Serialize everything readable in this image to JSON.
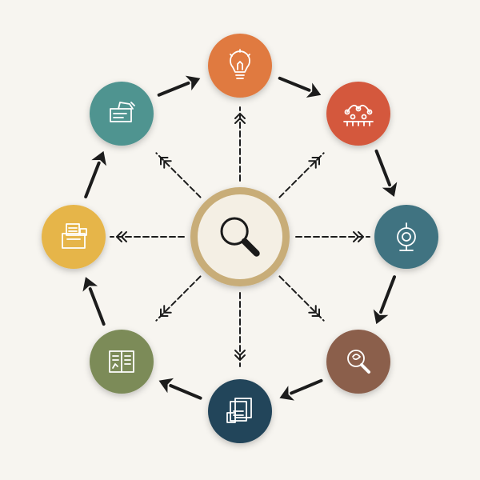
{
  "diagram": {
    "type": "radial-cycle",
    "background": "#f7f5f0",
    "arrow_color": "#1c1c1c",
    "hub": {
      "icon": "magnifying-glass-icon",
      "ring_color": "#c8ad78",
      "fill_color": "#f4efe4"
    },
    "nodes": [
      {
        "id": "idea",
        "icon": "lightbulb-icon",
        "color": "#e07a3f"
      },
      {
        "id": "network",
        "icon": "network-chart-icon",
        "color": "#d4583d"
      },
      {
        "id": "target",
        "icon": "target-gauge-icon",
        "color": "#3f7381"
      },
      {
        "id": "analysis",
        "icon": "magnify-gear-icon",
        "color": "#8b5e4c"
      },
      {
        "id": "documents",
        "icon": "document-stack-icon",
        "color": "#22445a"
      },
      {
        "id": "report",
        "icon": "report-book-icon",
        "color": "#7c8b58"
      },
      {
        "id": "archive",
        "icon": "archive-files-icon",
        "color": "#e6b54a"
      },
      {
        "id": "planning",
        "icon": "planning-board-icon",
        "color": "#4f9490"
      }
    ]
  }
}
